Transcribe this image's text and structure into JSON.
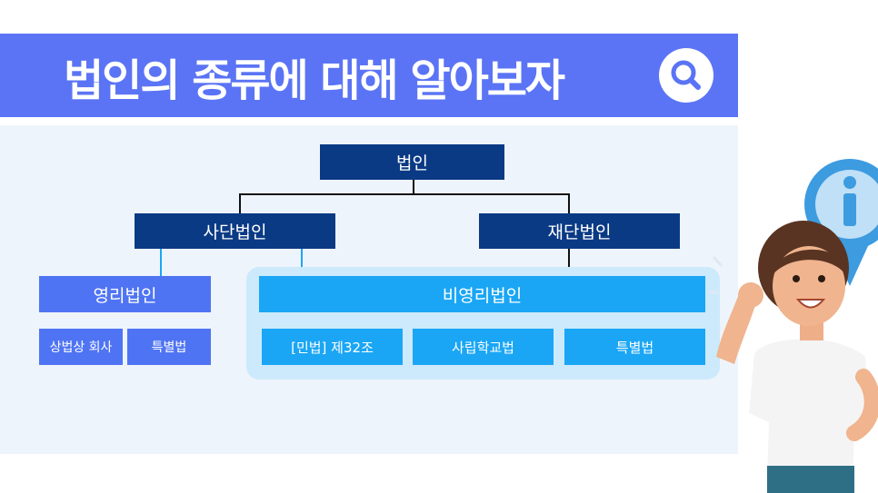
{
  "banner": {
    "title": "법인의 종류에 대해 알아보자",
    "color": "#5b74f5"
  },
  "search": {
    "icon": "search-icon"
  },
  "tree": {
    "root": "법인",
    "corporate": "사단법인",
    "foundation": "재단법인",
    "for_profit": "영리법인",
    "non_profit": "비영리법인",
    "for_profit_children": [
      "상법상 회사",
      "특별법"
    ],
    "non_profit_children": [
      "[민법] 제32조",
      "사립학교법",
      "특별법"
    ]
  },
  "colors": {
    "dark_box": "#0b3a85",
    "mid_box": "#4f74f3",
    "light_box": "#1aa6f5",
    "group_bg": "#cceafb",
    "panel_bg": "#eef4fb"
  },
  "illustration": {
    "info_icon": "info-icon",
    "person": "woman-illustration"
  }
}
